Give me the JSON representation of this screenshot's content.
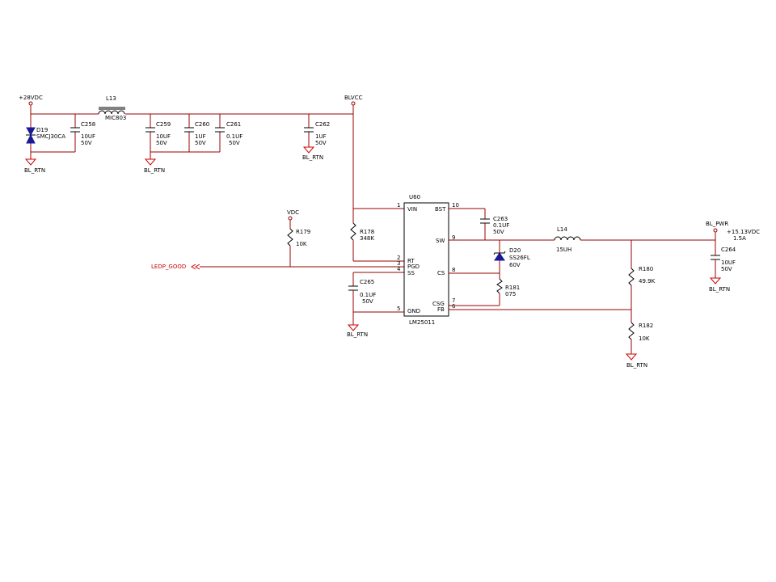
{
  "nets": {
    "in_28v": "+28VDC",
    "blvcc": "BLVCC",
    "vdc": "VDC",
    "bl_pwr": "BL_PWR",
    "ledp_good": "LEDP_GOOD",
    "bl_rtn": "BL_RTN",
    "out_voltage": "+15.13VDC",
    "out_current": "1.5A"
  },
  "components": {
    "d19": {
      "ref": "D19",
      "value": "SMCJ30CA"
    },
    "c258": {
      "ref": "C258",
      "value": "10UF",
      "rating": "50V"
    },
    "l13": {
      "ref": "L13",
      "value": "MIC803"
    },
    "c259": {
      "ref": "C259",
      "value": "10UF",
      "rating": "50V"
    },
    "c260": {
      "ref": "C260",
      "value": "1UF",
      "rating": "50V"
    },
    "c261": {
      "ref": "C261",
      "value": "0.1UF",
      "rating": "50V"
    },
    "c262": {
      "ref": "C262",
      "value": "1UF",
      "rating": "50V"
    },
    "r178": {
      "ref": "R178",
      "value": "348K"
    },
    "r179": {
      "ref": "R179",
      "value": "10K"
    },
    "c265": {
      "ref": "C265",
      "value": "0.1UF",
      "rating": "50V"
    },
    "c263": {
      "ref": "C263",
      "value": "0.1UF",
      "rating": "50V"
    },
    "l14": {
      "ref": "L14",
      "value": "15UH"
    },
    "d20": {
      "ref": "D20",
      "value": "SS26FL",
      "rating": "60V"
    },
    "r181": {
      "ref": "R181",
      "value": "075"
    },
    "r180": {
      "ref": "R180",
      "value": "49.9K"
    },
    "r182": {
      "ref": "R182",
      "value": "10K"
    },
    "c264": {
      "ref": "C264",
      "value": "10UF",
      "rating": "50V"
    }
  },
  "ic": {
    "ref": "U60",
    "part": "LM25011",
    "pins": {
      "vin": {
        "name": "VIN",
        "num": "1"
      },
      "rt": {
        "name": "RT",
        "num": "2"
      },
      "pgd": {
        "name": "PGD",
        "num": "3"
      },
      "ss": {
        "name": "SS",
        "num": "4"
      },
      "gnd": {
        "name": "GND",
        "num": "5"
      },
      "bst": {
        "name": "BST",
        "num": "10"
      },
      "sw": {
        "name": "SW",
        "num": "9"
      },
      "cs": {
        "name": "CS",
        "num": "8"
      },
      "csg": {
        "name": "CSG",
        "num": "7"
      },
      "fb": {
        "name": "FB",
        "num": "6"
      }
    }
  }
}
